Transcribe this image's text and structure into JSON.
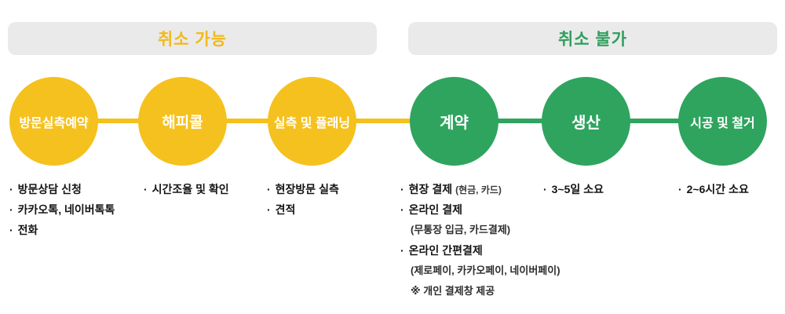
{
  "colors": {
    "yellow": "#f5c11e",
    "green": "#2fa45f",
    "header_bar_bg": "#eaeaea",
    "text_dark": "#141414"
  },
  "glyphs": {
    "bullet": "·"
  },
  "headers": {
    "cancellable": {
      "label": "취소 가능"
    },
    "non_cancellable": {
      "label": "취소 불가"
    }
  },
  "steps": [
    {
      "label": "방문실측예약",
      "group": "yellow",
      "lines": [
        {
          "type": "bullet",
          "text": "방문상담 신청"
        },
        {
          "type": "bullet",
          "text": "카카오톡, 네이버톡톡"
        },
        {
          "type": "bullet",
          "text": "전화"
        }
      ]
    },
    {
      "label": "해피콜",
      "group": "yellow",
      "lines": [
        {
          "type": "bullet",
          "text": "시간조율 및 확인"
        }
      ]
    },
    {
      "label": "실측 및 플래닝",
      "group": "yellow",
      "lines": [
        {
          "type": "bullet",
          "text": "현장방문 실측"
        },
        {
          "type": "bullet",
          "text": "견적"
        }
      ]
    },
    {
      "label": "계약",
      "group": "green",
      "lines": [
        {
          "type": "bullet",
          "text": "현장 결제",
          "sub": "(현금, 카드)"
        },
        {
          "type": "bullet",
          "text": "온라인 결제"
        },
        {
          "type": "sub",
          "text": "(무통장 입금, 카드결제)"
        },
        {
          "type": "bullet",
          "text": "온라인 간편결제"
        },
        {
          "type": "sub",
          "text": "(제로페이, 카카오페이, 네이버페이)"
        },
        {
          "type": "note",
          "text": "※ 개인 결제창 제공"
        }
      ]
    },
    {
      "label": "생산",
      "group": "green",
      "lines": [
        {
          "type": "bullet",
          "text": "3~5일 소요"
        }
      ]
    },
    {
      "label": "시공 및 철거",
      "group": "green",
      "lines": [
        {
          "type": "bullet",
          "text": "2~6시간 소요"
        }
      ]
    }
  ]
}
